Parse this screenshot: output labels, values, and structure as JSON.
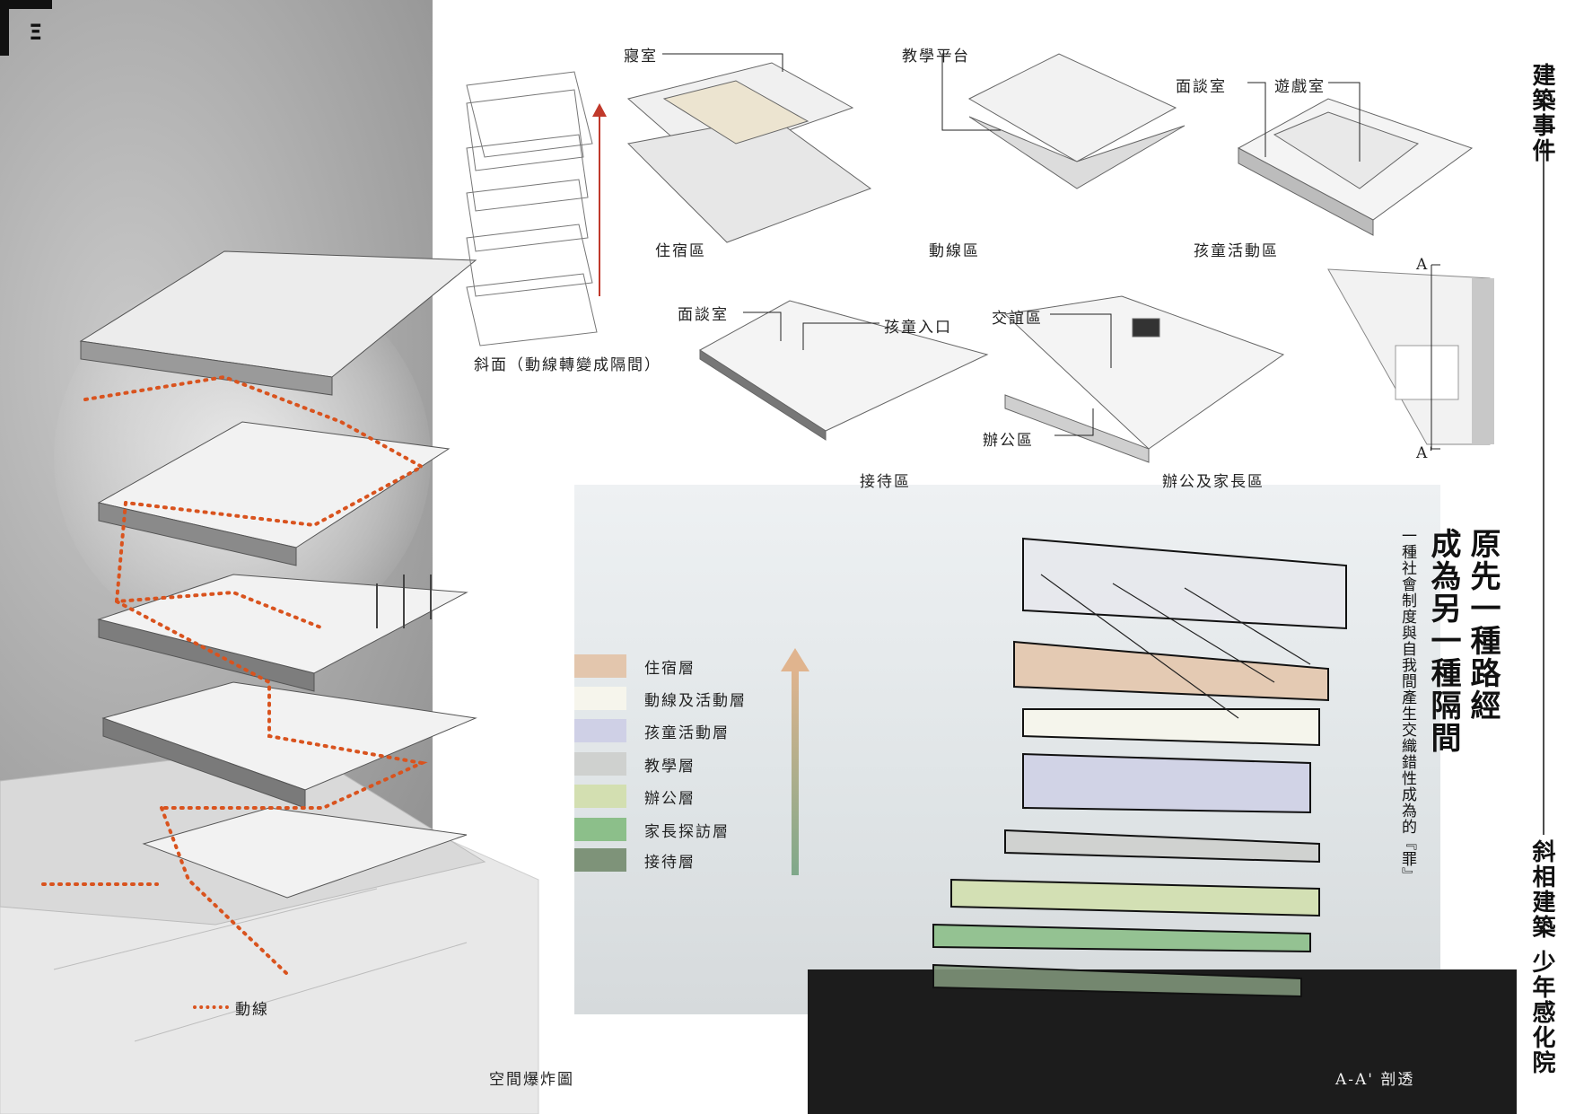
{
  "sidebar": {
    "top_title": "建築事件",
    "bottom_title": "斜相建築  少年感化院"
  },
  "heading": {
    "line1": "原先一種路經",
    "line2": "成為另一種隔間",
    "sub": "一種社會制度與自我間產生交織錯性成為的『罪』"
  },
  "diagrams": {
    "slope": "斜面（動線轉變成隔間）",
    "dorm": "住宿區",
    "dorm_room": "寢室",
    "circulation": "動線區",
    "teaching": "教學平台",
    "children": "孩童活動區",
    "interview1": "面談室",
    "playroom": "遊戲室",
    "reception": "接待區",
    "interview2": "面談室",
    "child_entry": "孩童入口",
    "office_parent": "辦公及家長區",
    "social": "交誼區",
    "office": "辦公區",
    "sec_a": "A",
    "sec_a2": "A'"
  },
  "legend": [
    {
      "label": "住宿層",
      "color": "#e3c6ad"
    },
    {
      "label": "動線及活動層",
      "color": "#f6f5ec"
    },
    {
      "label": "孩童活動層",
      "color": "#cfd0e6"
    },
    {
      "label": "教學層",
      "color": "#cfd1cf"
    },
    {
      "label": "辦公層",
      "color": "#d3dfb1"
    },
    {
      "label": "家長探訪層",
      "color": "#8cbf8a"
    },
    {
      "label": "接待層",
      "color": "#7e9379"
    }
  ],
  "captions": {
    "explosion": "空間爆炸圖",
    "section": "A-A' 剖透",
    "circulation_key": "動線"
  },
  "colors": {
    "circulation": "#d9531e",
    "arrow_red": "#c0392b"
  }
}
